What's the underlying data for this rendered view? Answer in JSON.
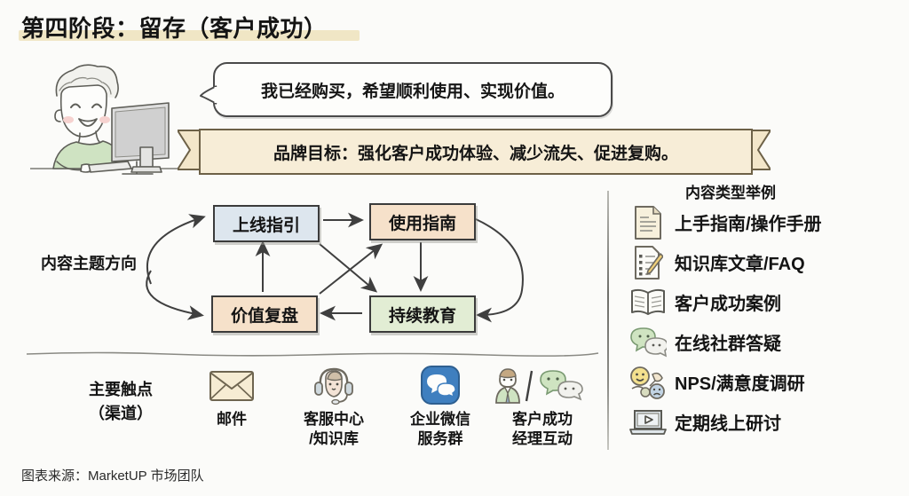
{
  "title": "第四阶段：留存（客户成功）",
  "speech_bubble": {
    "text": "我已经购买，希望顺利使用、实现价值。"
  },
  "ribbon": {
    "text": "品牌目标：强化客户成功体验、减少流失、促进复购。"
  },
  "flow": {
    "label": "内容主题方向",
    "nodes": [
      {
        "id": "onboard",
        "label": "上线指引",
        "color": "#dde6ee"
      },
      {
        "id": "guide",
        "label": "使用指南",
        "color": "#f6e1ca"
      },
      {
        "id": "value",
        "label": "价值复盘",
        "color": "#f6e1ca"
      },
      {
        "id": "edu",
        "label": "持续教育",
        "color": "#e2edd4"
      }
    ]
  },
  "touchpoints": {
    "title_line1": "主要触点",
    "title_line2": "（渠道）",
    "items": [
      {
        "icon": "envelope-icon",
        "label_line1": "邮件",
        "label_line2": ""
      },
      {
        "icon": "headset-icon",
        "label_line1": "客服中心",
        "label_line2": "/知识库"
      },
      {
        "icon": "wecom-icon",
        "label_line1": "企业微信",
        "label_line2": "服务群"
      },
      {
        "icon": "manager-wechat-icon",
        "label_line1": "客户成功",
        "label_line2": "经理互动"
      }
    ]
  },
  "content_types": {
    "title": "内容类型举例",
    "items": [
      {
        "icon": "document-icon",
        "label": "上手指南/操作手册"
      },
      {
        "icon": "checklist-pencil-icon",
        "label": "知识库文章/FAQ"
      },
      {
        "icon": "open-book-icon",
        "label": "客户成功案例"
      },
      {
        "icon": "chat-bubbles-icon",
        "label": "在线社群答疑"
      },
      {
        "icon": "survey-faces-icon",
        "label": "NPS/满意度调研"
      },
      {
        "icon": "laptop-play-icon",
        "label": "定期线上研讨"
      }
    ]
  },
  "footer": {
    "text": "图表来源：MarketUP 市场团队"
  },
  "colors": {
    "background": "#fbfbf9",
    "title_highlight": "#efe5c2",
    "ribbon_fill": "#f7edd7",
    "node_blue": "#dde6ee",
    "node_orange": "#f6e1ca",
    "node_green": "#e2edd4",
    "ink": "#3b3b3b"
  }
}
